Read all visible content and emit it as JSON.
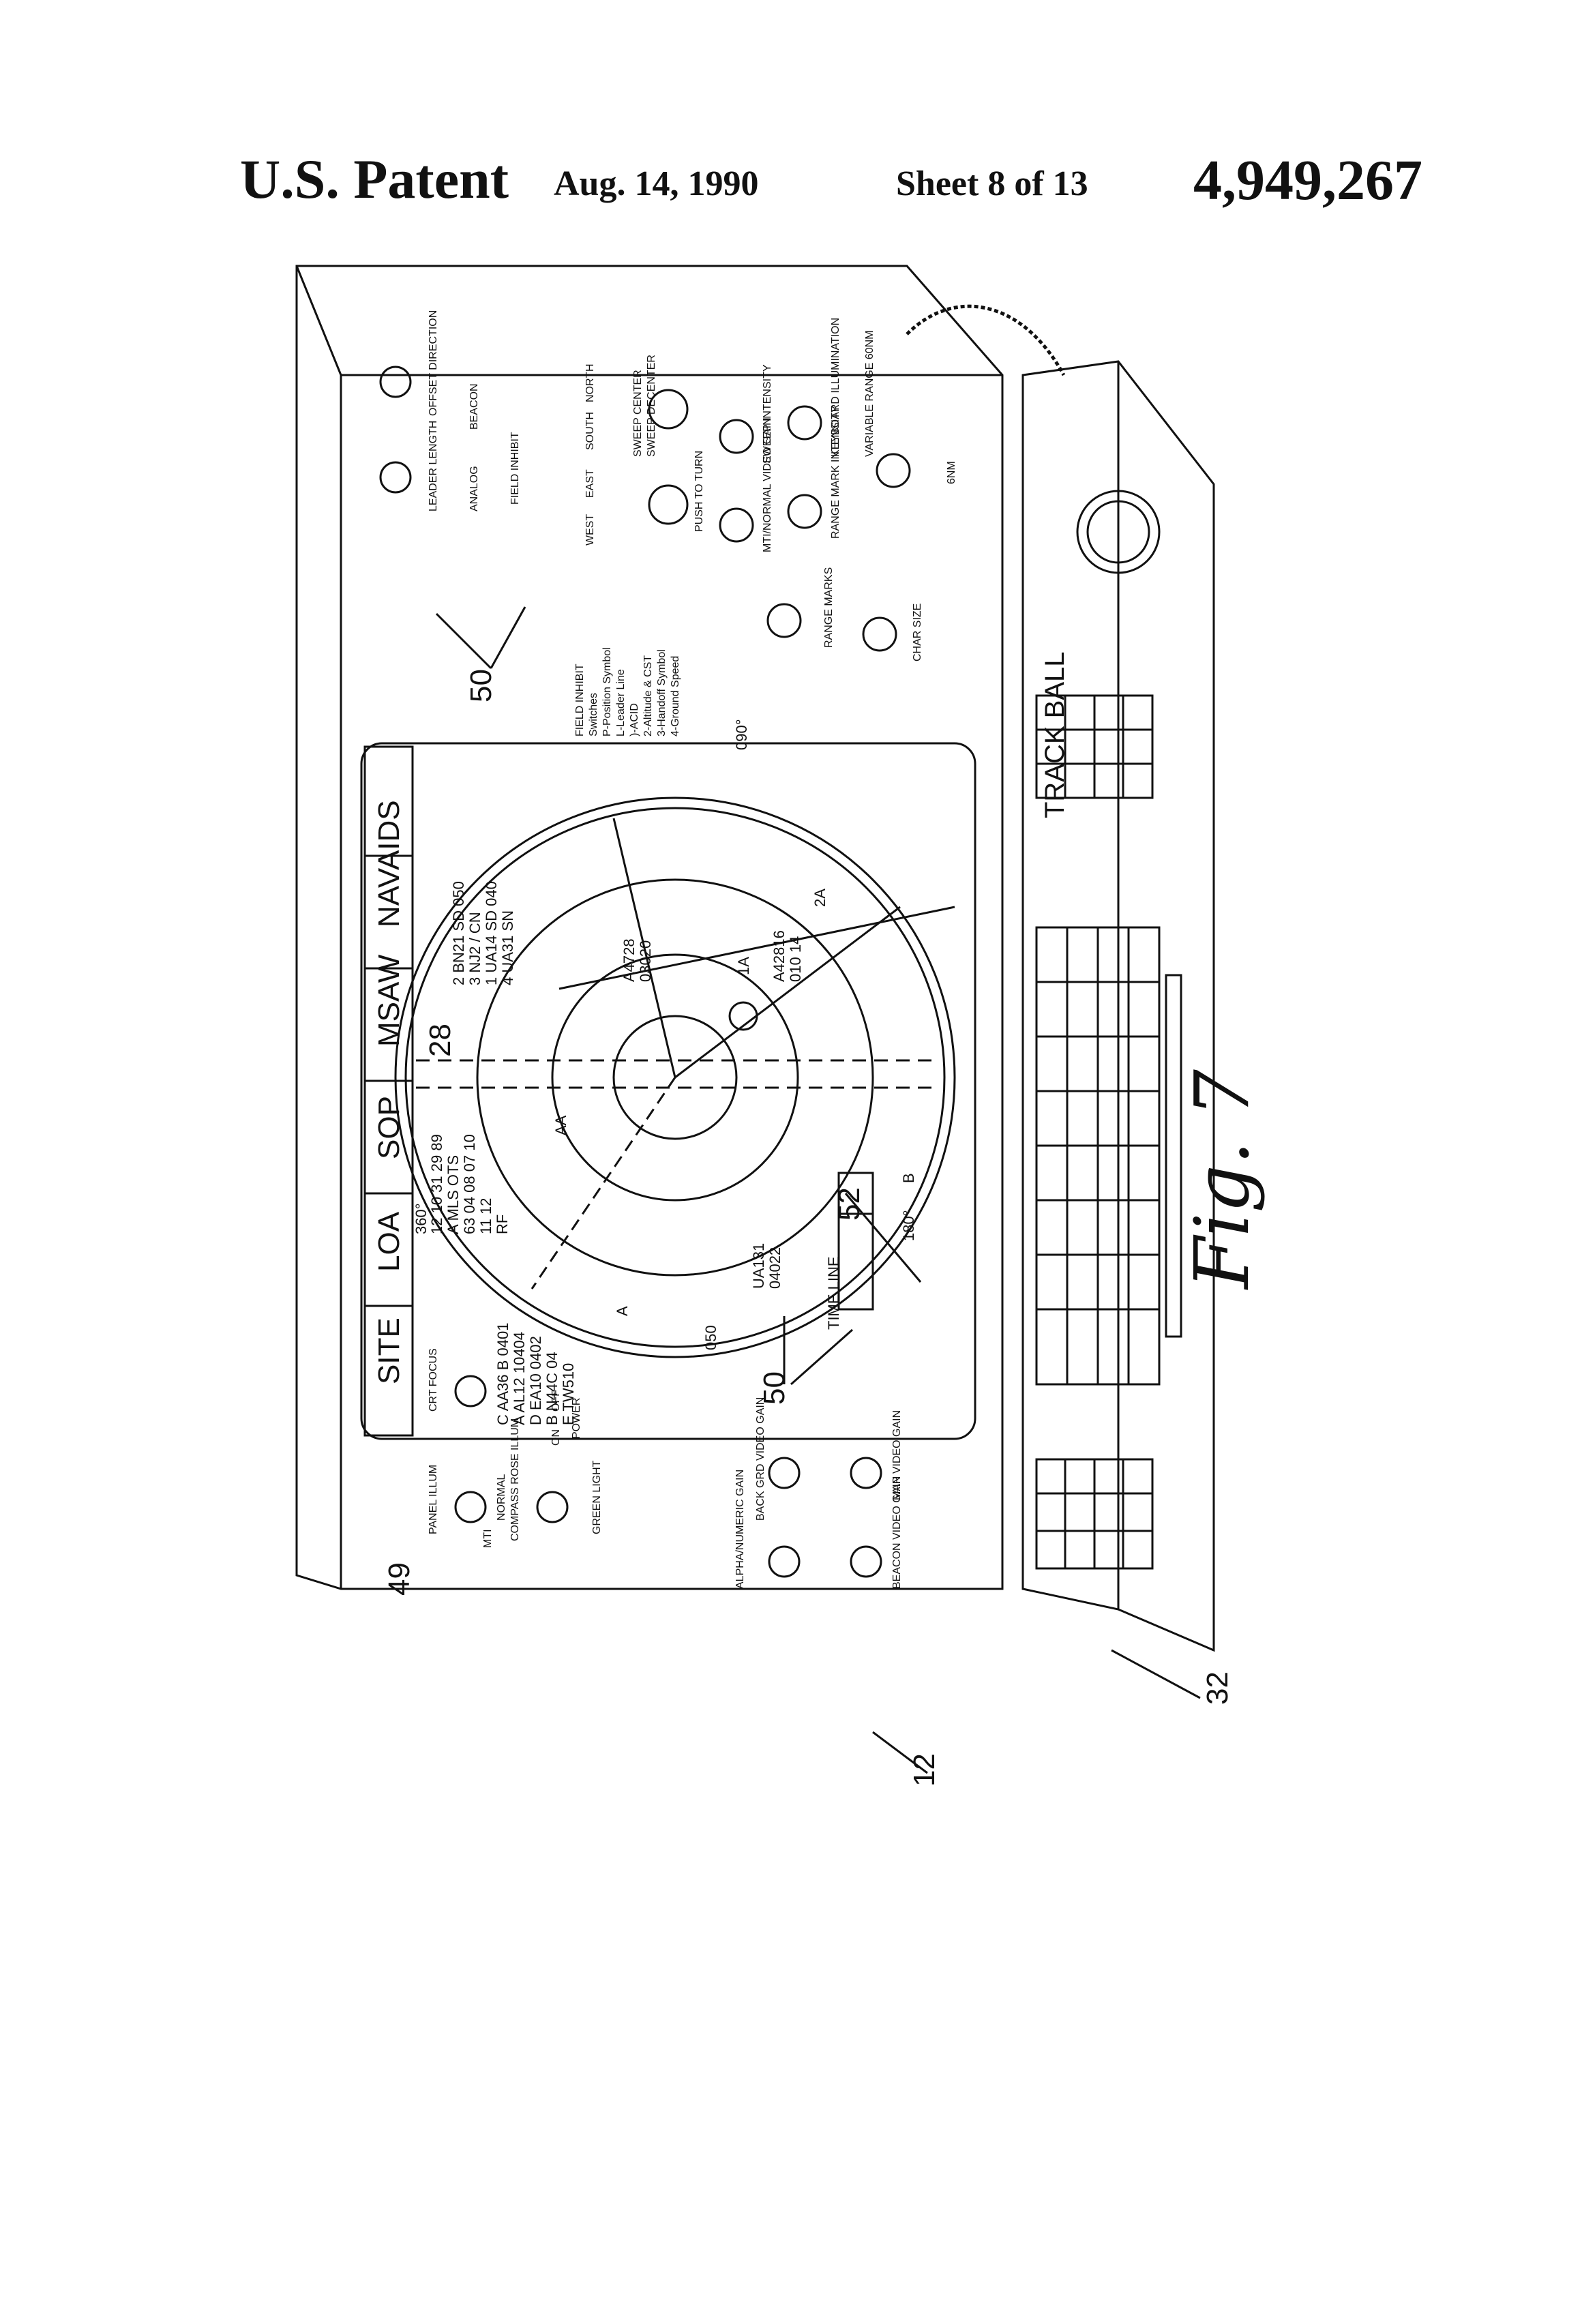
{
  "header": {
    "title": "U.S. Patent",
    "date": "Aug. 14, 1990",
    "sheet": "Sheet 8 of 13",
    "patent_number": "4,949,267"
  },
  "figure": {
    "caption": "Fig. 7",
    "reference_numerals": [
      "28",
      "49",
      "50",
      "50",
      "52",
      "12",
      "32"
    ],
    "menu_tabs": [
      "SITE",
      "LOA",
      "SOP",
      "MSAW",
      "NAVAIDS"
    ],
    "bearing_labels": [
      "360°",
      "180°",
      "090°",
      "050"
    ],
    "screen_text_blocks": [
      "12 10 31 29 89",
      "A MLS OTS",
      "63 04 08 07 10",
      "11 12",
      "RF",
      "2 BN21 SD 050",
      "3 NJ2 / CN",
      "1 UA14 SD 040",
      "4 UA31 SN",
      "A4728",
      "03020",
      "A42816",
      "010 14",
      "UA131",
      "04022",
      "TIME LINE",
      "C AA36 B 0401",
      "A AL12 10404",
      "D EA10 0402",
      "B N44C 04",
      "E TW510",
      "AA",
      "A",
      "B",
      "1A",
      "2A"
    ],
    "control_labels": [
      "LEADER LENGTH",
      "OFFSET DIRECTION",
      "ANALOG",
      "BEACON",
      "FIELD INHIBIT",
      "WEST",
      "EAST",
      "SOUTH",
      "NORTH",
      "PUSH TO TURN",
      "SWEEP DECENTER",
      "SWEEP CENTER",
      "MTI/NORMAL VIDEO GAIN",
      "SWEEP INTENSITY",
      "RANGE MARK INTENSITY",
      "KEYBOARD ILLUMINATION",
      "VARIABLE RANGE 60NM",
      "6NM",
      "RANGE MARKS",
      "CHAR SIZE",
      "PANEL ILLUM",
      "COMPASS ROSE ILLUM",
      "CRT FOCUS",
      "GREEN LIGHT",
      "POWER",
      "ON",
      "OFF",
      "MTI",
      "NORMAL",
      "ALPHA/NUMERIC GAIN",
      "BACK GRD VIDEO GAIN",
      "BEACON VIDEO GAIN",
      "MAP VIDEO GAIN",
      "TRACK BALL"
    ],
    "field_inhibit_legend": [
      "FIELD INHIBIT",
      "Switches",
      "P-Position Symbol",
      "L-Leader Line",
      ")-ACID",
      "2-Altitude & CST",
      "3-Handoff Symbol",
      "4-Ground Speed"
    ]
  }
}
